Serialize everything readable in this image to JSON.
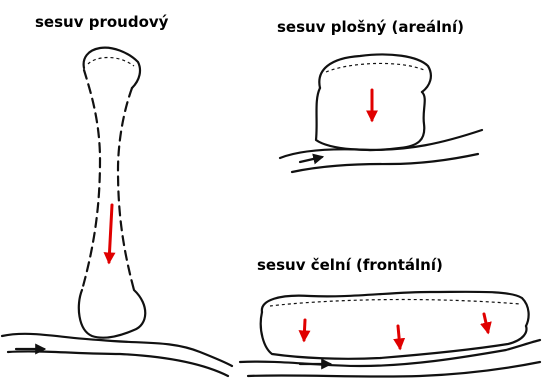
{
  "labels": {
    "flow": "sesuv proudový",
    "areal": "sesuv plošný (areální)",
    "frontal": "sesuv čelní (frontální)"
  },
  "colors": {
    "ink": "#111111",
    "arrow": "#e00000"
  }
}
